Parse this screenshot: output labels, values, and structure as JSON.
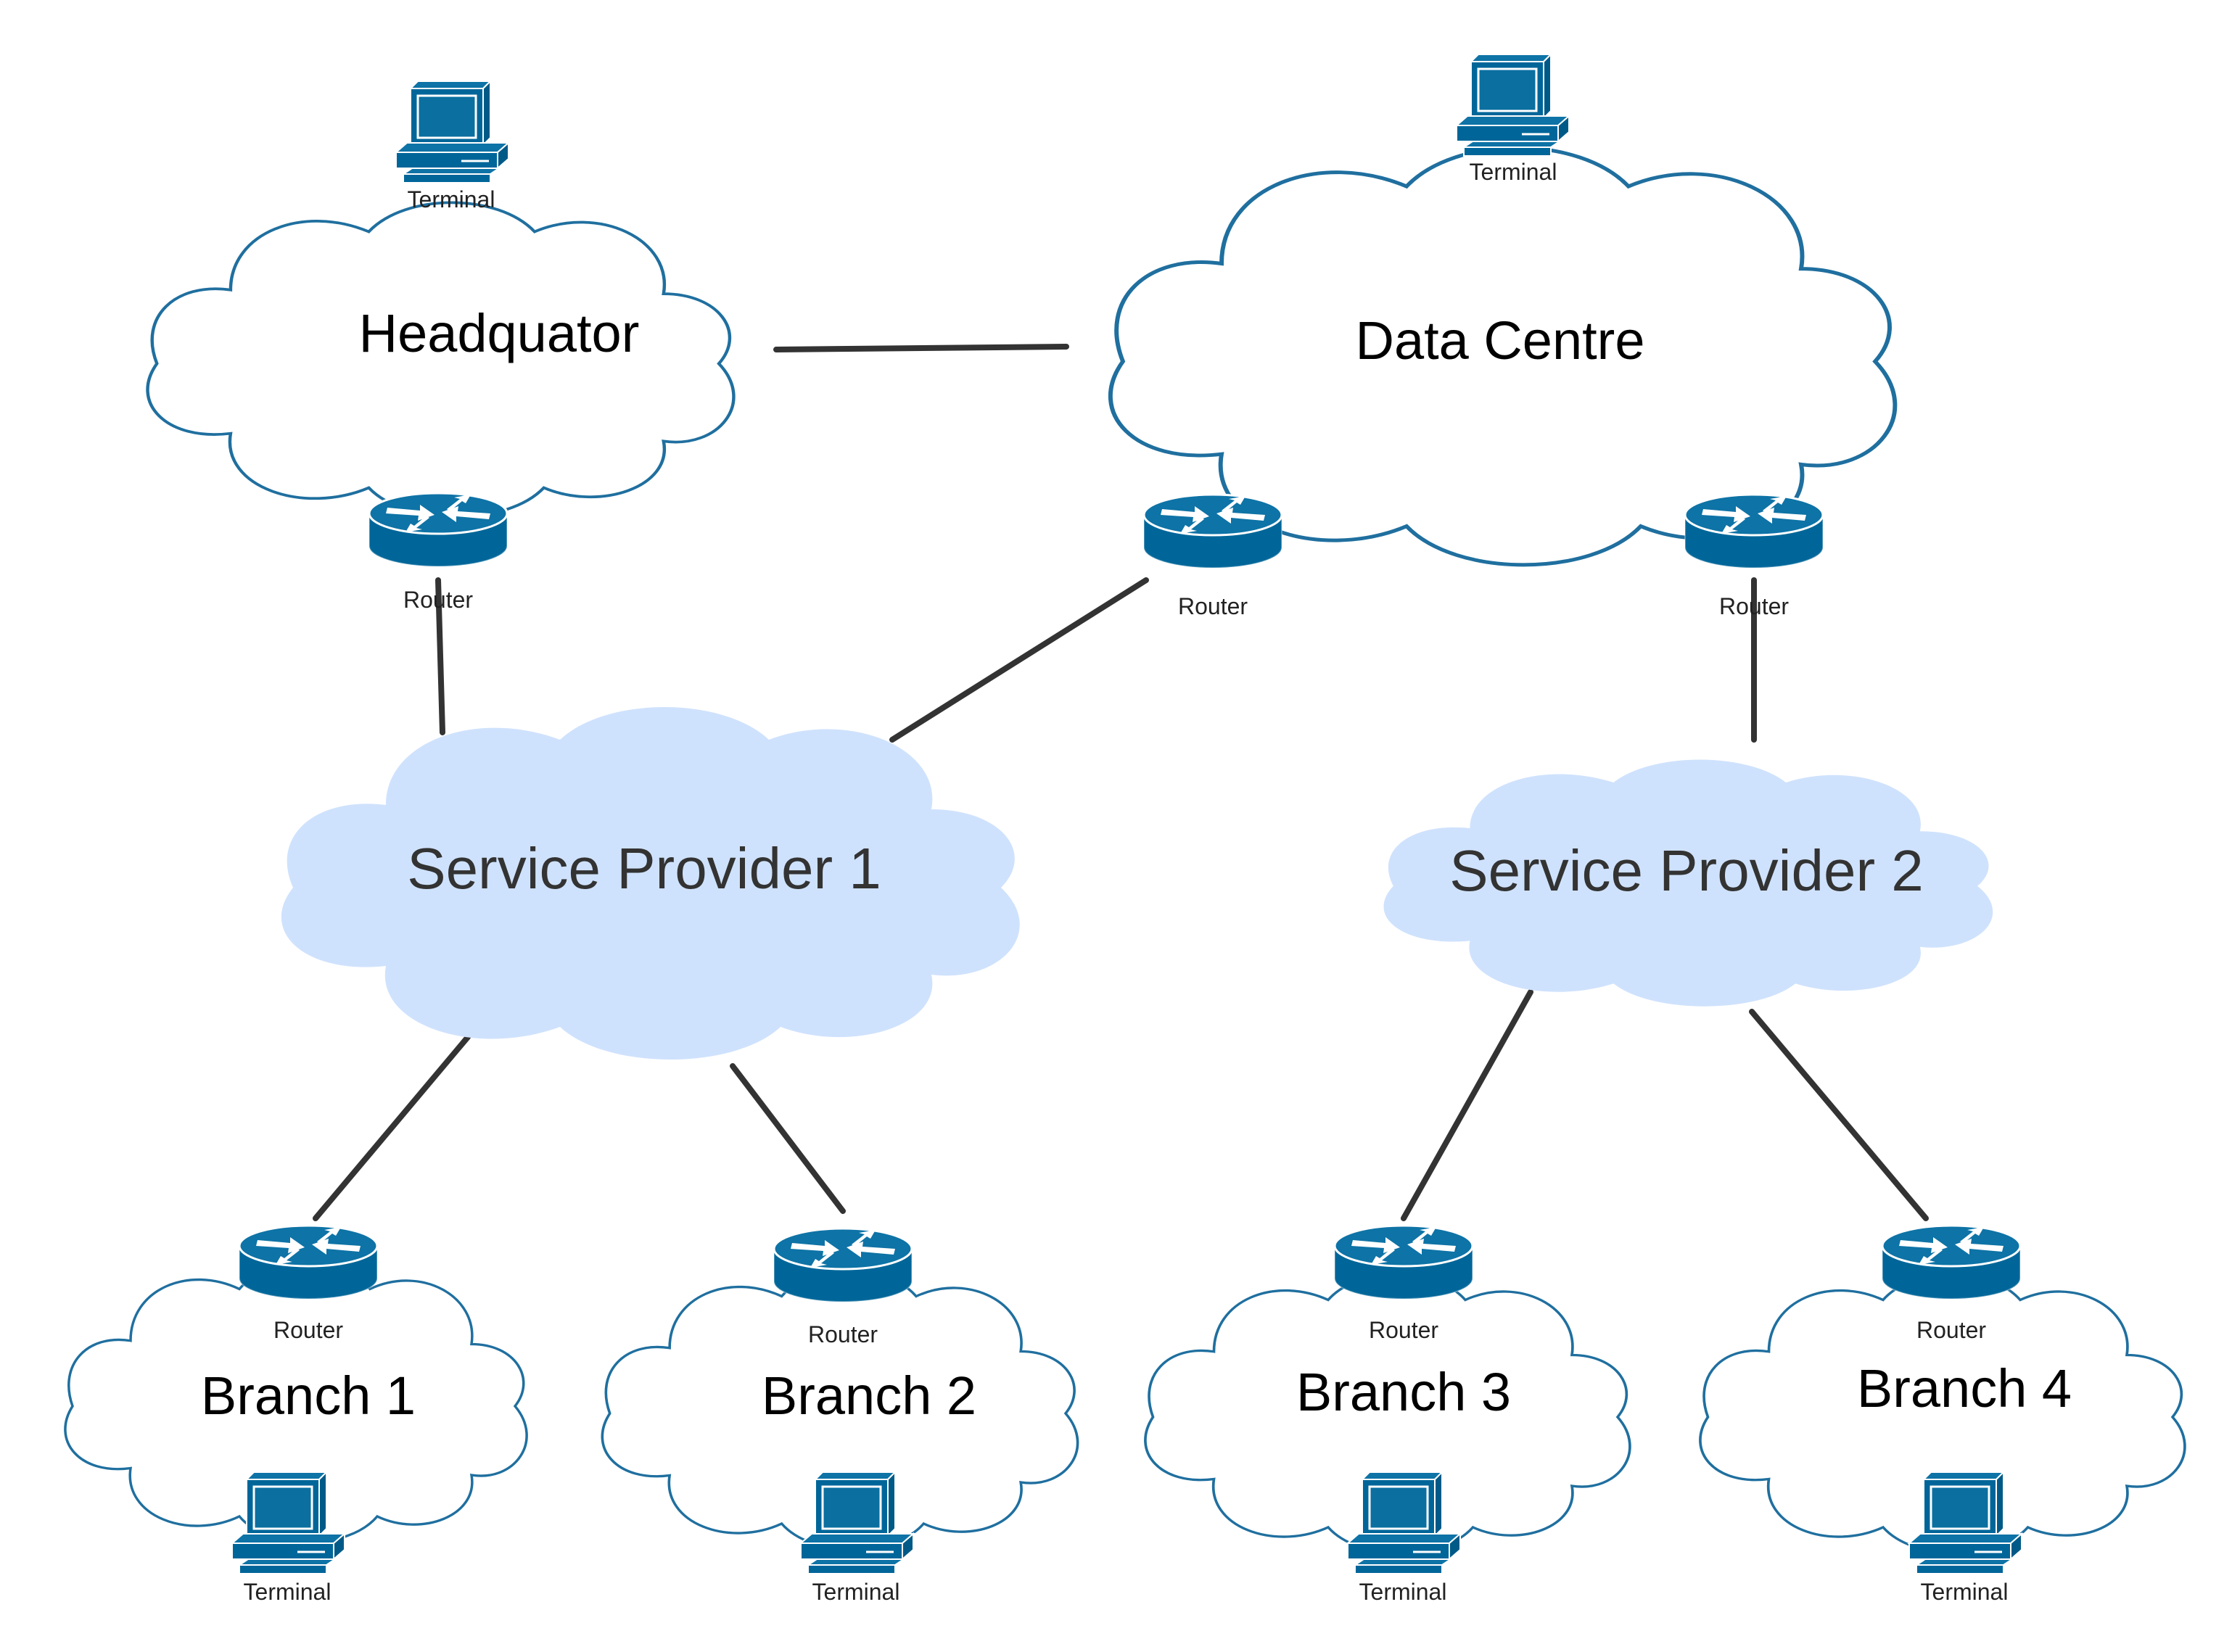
{
  "colors": {
    "cloud_outline": "#1f6f9f",
    "provider_fill": "#cfe2fd",
    "device_blue": "#006699",
    "link": "#333333"
  },
  "clouds": {
    "headquarters": "Headquator",
    "data_centre": "Data Centre",
    "service_provider_1": "Service Provider 1",
    "service_provider_2": "Service Provider 2",
    "branch_1": "Branch 1",
    "branch_2": "Branch 2",
    "branch_3": "Branch 3",
    "branch_4": "Branch 4"
  },
  "devices": {
    "router_label": "Router",
    "terminal_label": "Terminal",
    "router_icon": "router-icon",
    "terminal_icon": "terminal-icon"
  }
}
